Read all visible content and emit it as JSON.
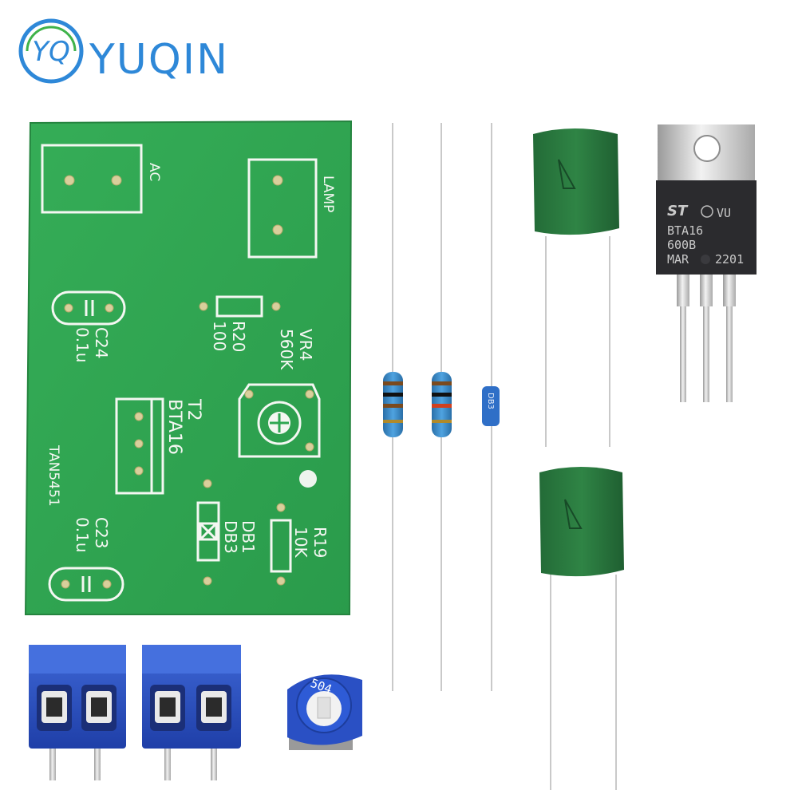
{
  "brand": {
    "name": "YUQIN",
    "monogram": "YQ",
    "color": "#2e88d8",
    "accent": "#3fb34a"
  },
  "pcb": {
    "color": "#2fa752",
    "labels": {
      "ac": "AC",
      "lamp": "LAMP",
      "c24": "C24",
      "c24_value": "0.1u",
      "c23": "C23",
      "c23_value": "0.1u",
      "r20": "R20",
      "r20_value": "100",
      "vr4": "VR4",
      "vr4_value": "560K",
      "t2": "T2",
      "t2_value": "BTA16",
      "db1": "DB1",
      "db1_value": "DB3",
      "r19": "R19",
      "r19_value": "10K",
      "board_id": "TAN5451"
    }
  },
  "triac": {
    "logo": "ST",
    "mark": "VU",
    "part": "BTA16",
    "code": "600B",
    "date_left": "MAR",
    "date_right": "2201"
  },
  "trimmer_pot": {
    "marking": "504"
  },
  "diac": {
    "marking": "DB3"
  },
  "components": [
    "pcb-board",
    "resistor-100",
    "resistor-10k",
    "diac-db3",
    "capacitor-0.1u",
    "capacitor-0.1u",
    "triac-bta16",
    "terminal-block-2p",
    "terminal-block-2p",
    "trimmer-potentiometer"
  ]
}
